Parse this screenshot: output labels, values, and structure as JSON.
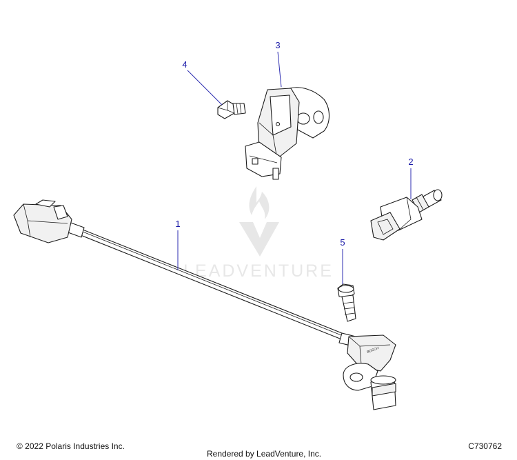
{
  "callouts": [
    "1",
    "2",
    "3",
    "4",
    "5"
  ],
  "watermark": {
    "brand": "LEADVENTURE"
  },
  "footer": {
    "copyright": "© 2022 Polaris Industries Inc.",
    "rendered_by": "Rendered by LeadVenture, Inc.",
    "diagram_code": "C730762"
  },
  "colors": {
    "callout": "#1a1aa8",
    "line_art": "#1c1c1c",
    "watermark": "#e7e7e7"
  }
}
